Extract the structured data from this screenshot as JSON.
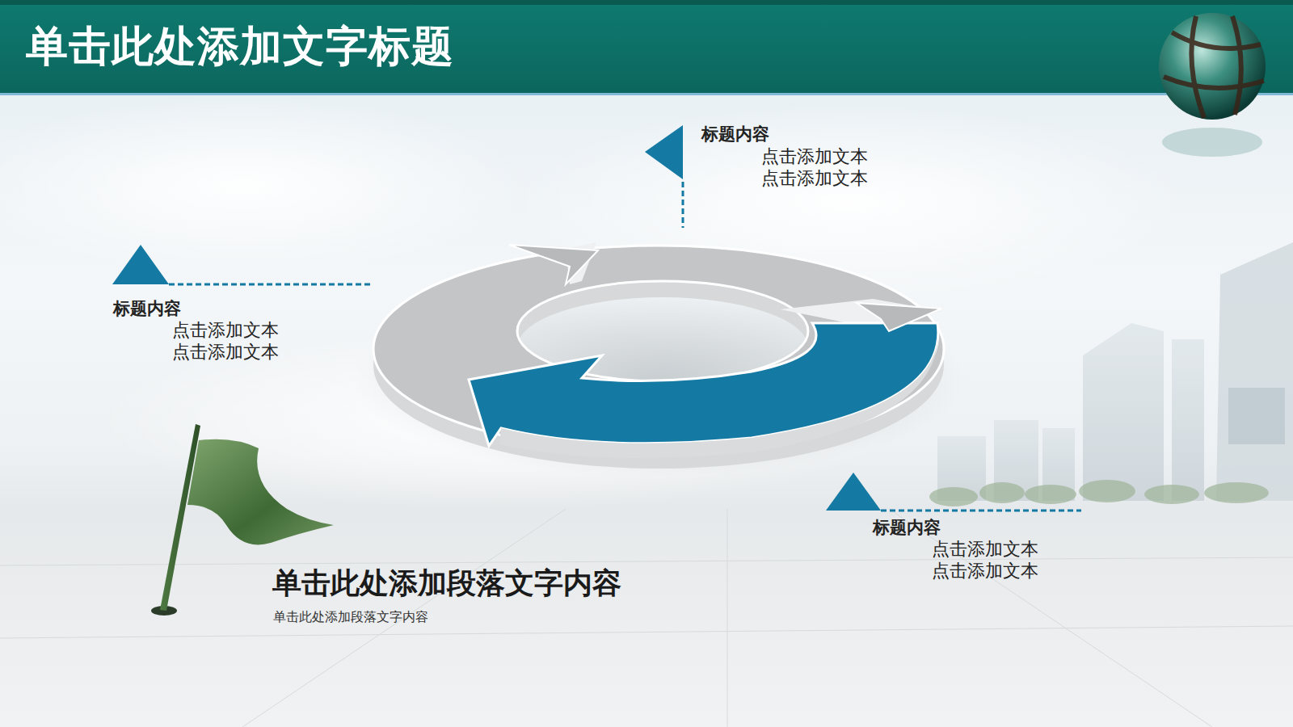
{
  "diagram": {
    "title": "单击此处添加文字标题",
    "labels": [
      "标题内容",
      "点击添加文本",
      "点击添加文本",
      "标题内容",
      "点击添加文本",
      "点击添加文本",
      "标题内容",
      "点击添加文本",
      "点击添加文本",
      "单击此处添加段落文字内容",
      "单击此处添加段落文字内容"
    ]
  }
}
